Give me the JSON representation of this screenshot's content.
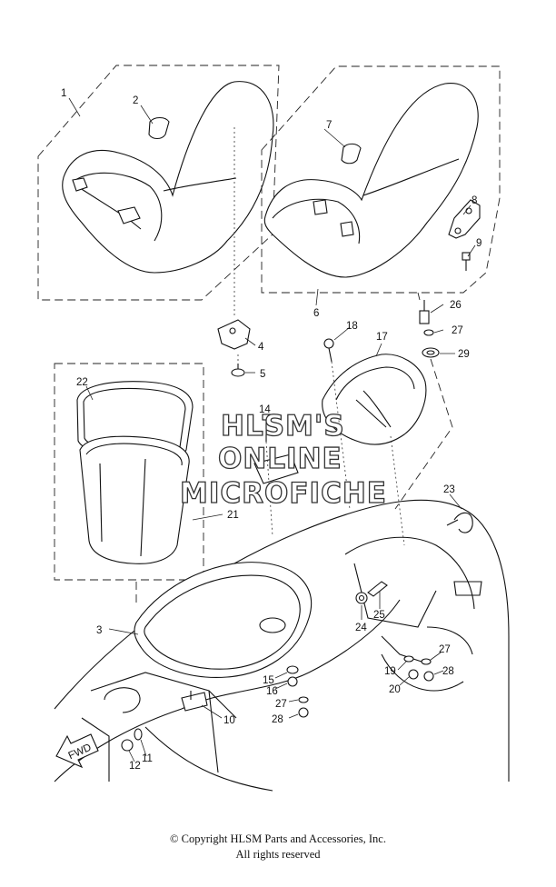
{
  "callouts": [
    "1",
    "2",
    "3",
    "4",
    "5",
    "6",
    "7",
    "8",
    "9",
    "10",
    "11",
    "12",
    "14",
    "15",
    "16",
    "17",
    "18",
    "19",
    "20",
    "21",
    "22",
    "23",
    "24",
    "25",
    "26",
    "27",
    "27",
    "27",
    "28",
    "28",
    "29"
  ],
  "watermark": {
    "line1": "HLSM'S",
    "line2": "ONLINE",
    "line3": "MICROFICHE"
  },
  "fwd_label": "FWD",
  "copyright": {
    "line1": "© Copyright HLSM Parts and Accessories, Inc.",
    "line2": "All rights reserved"
  }
}
